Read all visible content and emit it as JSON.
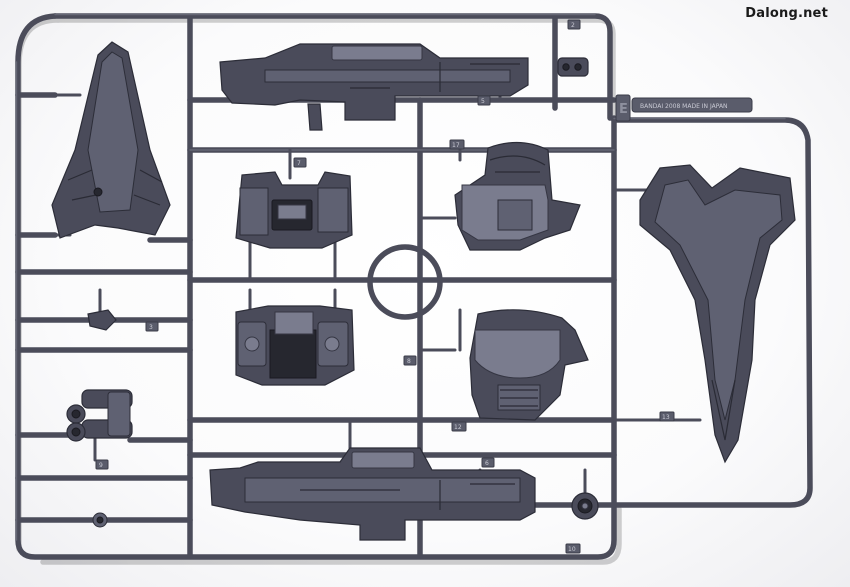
{
  "watermark": {
    "text": "Dalong.net"
  },
  "sprue": {
    "letter": "E",
    "tab_text": "BANDAI 2008 MADE IN JAPAN"
  },
  "part_numbers": [
    {
      "id": "n1",
      "label": "5"
    },
    {
      "id": "n2",
      "label": "7"
    },
    {
      "id": "n3",
      "label": "17"
    },
    {
      "id": "n4",
      "label": "2"
    },
    {
      "id": "n5",
      "label": "3"
    },
    {
      "id": "n6",
      "label": "8"
    },
    {
      "id": "n7",
      "label": "12"
    },
    {
      "id": "n8",
      "label": "13"
    },
    {
      "id": "n9",
      "label": "6"
    },
    {
      "id": "n10",
      "label": "10"
    },
    {
      "id": "n11",
      "label": "9"
    }
  ],
  "colors": {
    "plastic": "#4a4b5a",
    "background": "#ffffff",
    "watermark": "#1b1b1b"
  }
}
